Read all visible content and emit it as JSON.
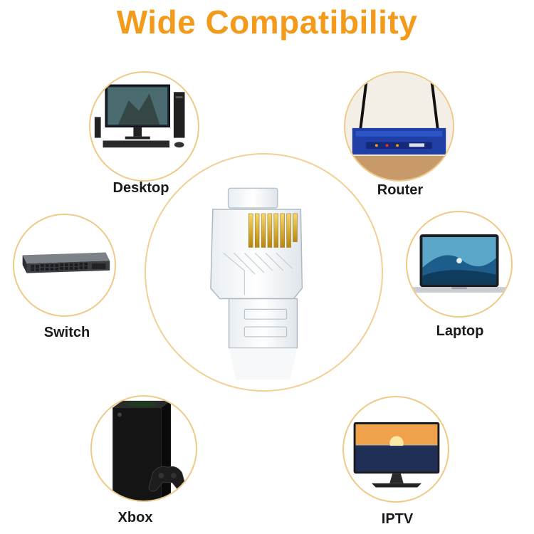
{
  "title": "Wide Compatibility",
  "accent_color": "#f39a1b",
  "ring_color": "#f0c987",
  "center": {
    "icon": "rj45-connector-icon"
  },
  "devices": [
    {
      "label": "Desktop",
      "icon": "desktop-computer-icon"
    },
    {
      "label": "Router",
      "icon": "router-icon"
    },
    {
      "label": "Switch",
      "icon": "network-switch-icon"
    },
    {
      "label": "Laptop",
      "icon": "laptop-icon"
    },
    {
      "label": "Xbox",
      "icon": "game-console-icon"
    },
    {
      "label": "IPTV",
      "icon": "tv-monitor-icon"
    }
  ]
}
